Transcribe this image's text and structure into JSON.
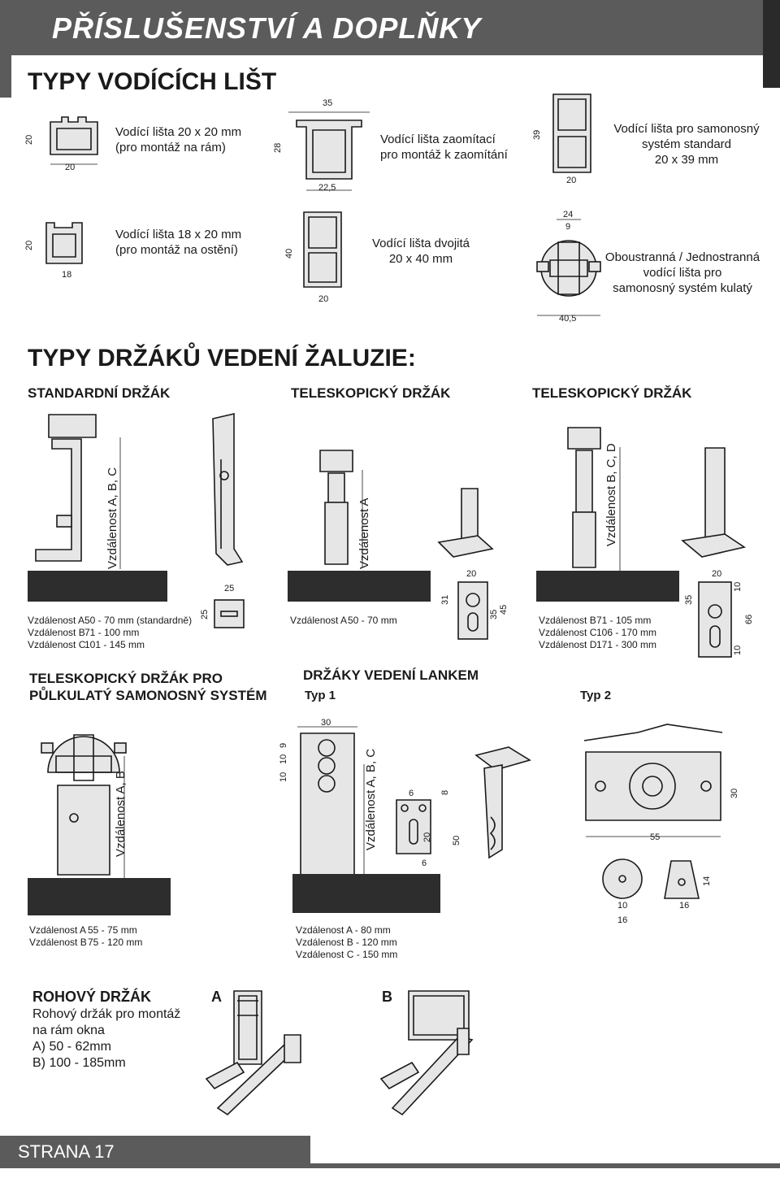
{
  "header": {
    "title": "PŘÍSLUŠENSTVÍ A DOPLŇKY"
  },
  "sections": {
    "rails_title": "TYPY VODÍCÍCH LIŠT",
    "holders_title": "TYPY DRŽÁKŮ VEDENÍ ŽALUZIE:"
  },
  "rails": [
    {
      "line1": "Vodící lišta 20 x 20 mm",
      "line2": "(pro montáž na rám)",
      "dims": [
        "20",
        "20"
      ]
    },
    {
      "line1": "Vodící lišta zaomítací",
      "line2": "pro montáž k zaomítání",
      "dims": [
        "35",
        "28",
        "22,5"
      ]
    },
    {
      "line1": "Vodící lišta pro samonosný",
      "line2": "systém standard",
      "line3": "20 x 39 mm",
      "dims": [
        "39",
        "20"
      ]
    },
    {
      "line1": "Vodící lišta 18 x 20 mm",
      "line2": "(pro montáž na ostění)",
      "dims": [
        "20",
        "18"
      ]
    },
    {
      "line1": "Vodící lišta dvojitá",
      "line2": "20 x 40 mm",
      "dims": [
        "40",
        "20"
      ]
    },
    {
      "line1": "Oboustranná / Jednostranná",
      "line2": "vodící lišta pro",
      "line3": "samonosný systém kulatý",
      "dims": [
        "24",
        "9",
        "40,5"
      ]
    }
  ],
  "holders": {
    "standard": {
      "title": "STANDARDNÍ DRŽÁK",
      "vlabel": "Vzdálenost A, B, C",
      "dim": "25",
      "dim2": "25",
      "rows": [
        [
          "Vzdálenost A",
          "50 - 70 mm (standardně)"
        ],
        [
          "Vzdálenost B",
          "71 - 100 mm"
        ],
        [
          "Vzdálenost C",
          "101 - 145 mm"
        ]
      ]
    },
    "tele1": {
      "title": "TELESKOPICKÝ DRŽÁK",
      "vlabel": "Vzdálenost A",
      "dims": [
        "20",
        "31",
        "35",
        "45"
      ],
      "rows": [
        [
          "Vzdálenost A",
          "50 - 70 mm"
        ]
      ]
    },
    "tele2": {
      "title": "TELESKOPICKÝ DRŽÁK",
      "vlabel": "Vzdálenost B, C, D",
      "dims": [
        "20",
        "35",
        "10",
        "66",
        "10"
      ],
      "rows": [
        [
          "Vzdálenost B",
          "71 - 105 mm"
        ],
        [
          "Vzdálenost C",
          "106 - 170 mm"
        ],
        [
          "Vzdálenost D",
          "171 - 300 mm"
        ]
      ]
    }
  },
  "halfround": {
    "title1": "TELESKOPICKÝ DRŽÁK PRO",
    "title2": "PŮLKULATÝ SAMONOSNÝ SYSTÉM",
    "vlabel": "Vzdálenost A, B",
    "rows": [
      [
        "Vzdálenost A",
        "55 - 75 mm"
      ],
      [
        "Vzdálenost B",
        "75 - 120 mm"
      ]
    ]
  },
  "cable": {
    "title": "DRŽÁKY VEDENÍ LANKEM",
    "type1": "Typ 1",
    "type2": "Typ 2",
    "vlabel": "Vzdálenost A, B, C",
    "dims1": [
      "30",
      "10",
      "10",
      "9",
      "6",
      "8",
      "20",
      "50",
      "6"
    ],
    "dims2": [
      "30",
      "55",
      "14",
      "10",
      "16",
      "16"
    ],
    "rows": [
      "Vzdálenost A - 80 mm",
      "Vzdálenost B - 120 mm",
      "Vzdálenost C - 150 mm"
    ]
  },
  "corner": {
    "title": "ROHOVÝ DRŽÁK",
    "line1": "Rohový držák pro montáž",
    "line2": "na rám okna",
    "line3": "A) 50 - 62mm",
    "line4": "B) 100 - 185mm",
    "labelA": "A",
    "labelB": "B"
  },
  "footer": {
    "page": "STRANA 17"
  }
}
